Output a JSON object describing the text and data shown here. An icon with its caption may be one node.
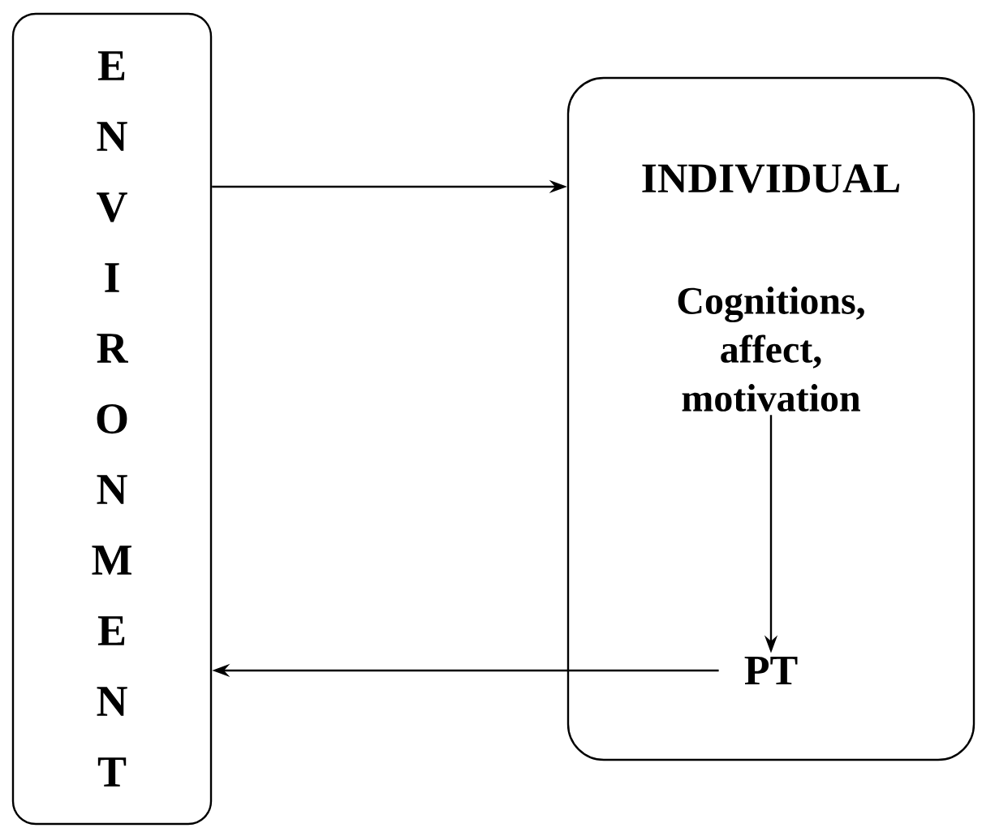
{
  "diagram": {
    "nodes": [
      {
        "text": [
          "E N V I R O N M E N T"
        ]
      },
      {
        "text": [
          "INDIVIDUAL"
        ]
      },
      {
        "text": [
          "Cognitions, affect, motivation"
        ],
        "in": 1
      },
      {
        "text": [
          "PT"
        ],
        "in": 1
      }
    ],
    "edges": [
      {
        "from": 0,
        "to": 1,
        "arrow": "to"
      },
      {
        "from": 2,
        "to": 3,
        "arrow": "to"
      },
      {
        "from": 3,
        "to": 0,
        "arrow": "to"
      }
    ]
  }
}
